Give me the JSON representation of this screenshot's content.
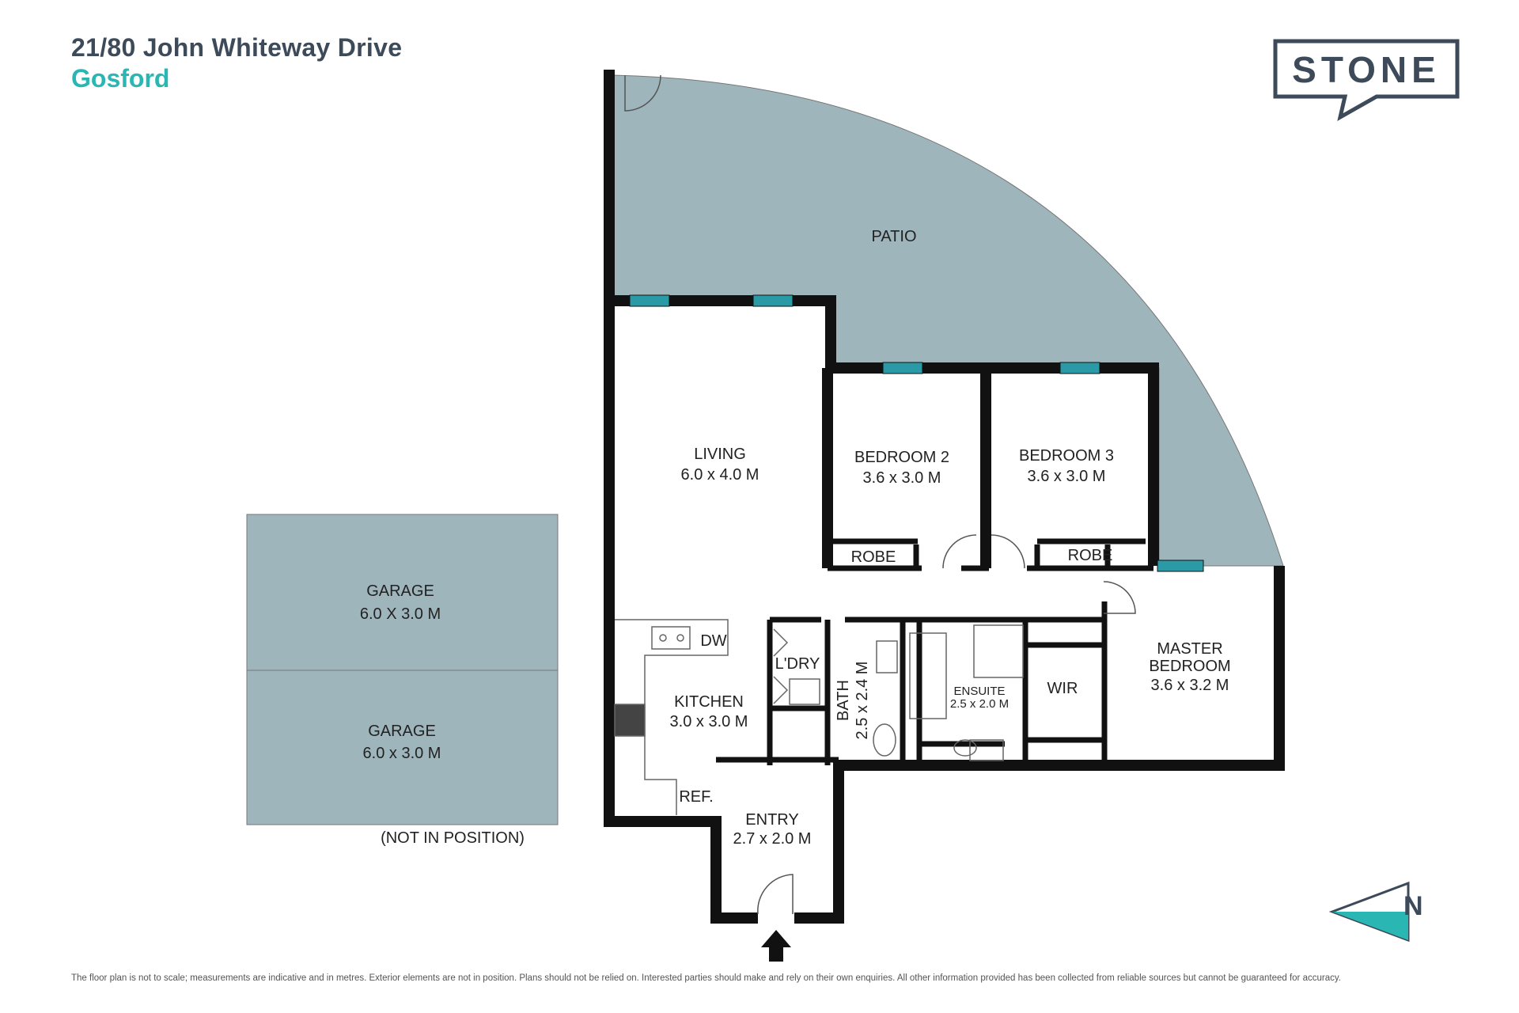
{
  "header": {
    "address": "21/80 John Whiteway Drive",
    "suburb": "Gosford"
  },
  "brand": {
    "name": "STONE",
    "color_dark": "#3d4a5a",
    "color_accent": "#2ab7b3"
  },
  "rooms": {
    "patio": "PATIO",
    "living": {
      "name": "LIVING",
      "size": "6.0 x 4.0 M"
    },
    "bedroom2": {
      "name": "BEDROOM 2",
      "size": "3.6 x 3.0 M"
    },
    "bedroom3": {
      "name": "BEDROOM 3",
      "size": "3.6 x 3.0 M"
    },
    "robe_a": "ROBE",
    "robe_b": "ROBE",
    "master": {
      "line1": "MASTER",
      "line2": "BEDROOM",
      "size": "3.6 x 3.2 M"
    },
    "kitchen": {
      "name": "KITCHEN",
      "size": "3.0 x 3.0 M"
    },
    "dw": "DW",
    "ref": "REF.",
    "laundry": "L'DRY",
    "bath": {
      "name": "BATH",
      "size": "2.5 x 2.4 M"
    },
    "ensuite": {
      "name": "ENSUITE",
      "size": "2.5 x 2.0 M"
    },
    "wir": "WIR",
    "entry": {
      "name": "ENTRY",
      "size": "2.7 x 2.0 M"
    },
    "garage1": {
      "name": "GARAGE",
      "size": "6.0 X 3.0 M"
    },
    "garage2": {
      "name": "GARAGE",
      "size": "6.0 x 3.0 M"
    }
  },
  "garage_note": "(NOT IN POSITION)",
  "compass_letter": "N",
  "disclaimer": "The floor plan is not to scale; measurements are indicative and in metres. Exterior elements are not in position. Plans should not be relied on. Interested parties should make and rely on their own enquiries. All other information provided has been collected from reliable sources but cannot be guaranteed for accuracy.",
  "colors": {
    "patio_fill": "#9fb5bc",
    "wall": "#111111",
    "window": "#2a9aa6"
  }
}
